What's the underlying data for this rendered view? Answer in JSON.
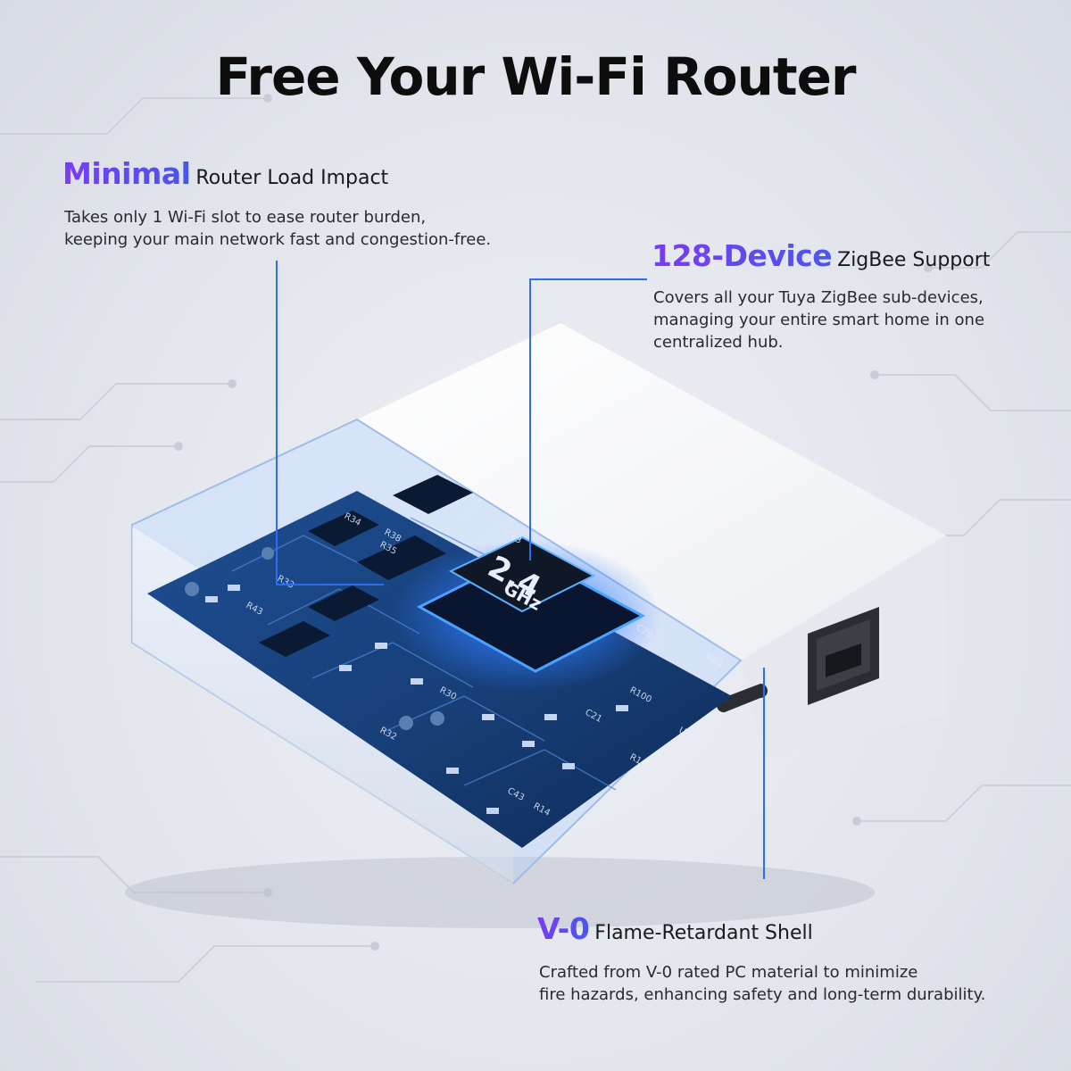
{
  "page": {
    "title": "Free Your Wi-Fi Router"
  },
  "features": [
    {
      "accent": "Minimal",
      "rest": "Router Load Impact",
      "description_lines": [
        "Takes only 1 Wi-Fi slot to ease router burden,",
        "keeping your main network fast and congestion-free."
      ]
    },
    {
      "accent": "128-Device",
      "rest": "ZigBee Support",
      "description_lines": [
        "Covers all your Tuya ZigBee sub-devices,",
        "managing your entire smart home in one",
        "centralized hub."
      ]
    },
    {
      "accent": "V-0",
      "rest": "Flame-Retardant Shell",
      "description_lines": [
        "Crafted from V-0 rated PC material to minimize",
        "fire hazards, enhancing safety and long-term durability."
      ]
    }
  ],
  "chip_label": {
    "line1": "2.4",
    "line2": "GHz"
  },
  "pcb_silkscreen": [
    "R34",
    "R35",
    "R38",
    "C43",
    "R43",
    "C29",
    "R33",
    "R32",
    "R30",
    "C21",
    "R100",
    "R14",
    "R80",
    "U7",
    "C43",
    "R14"
  ],
  "colors": {
    "accent_start": "#7a3cf0",
    "accent_end": "#4a56ee",
    "callout_line": "#2f6df0",
    "chip_glow": "#2f7bff",
    "board": "#173f78"
  }
}
